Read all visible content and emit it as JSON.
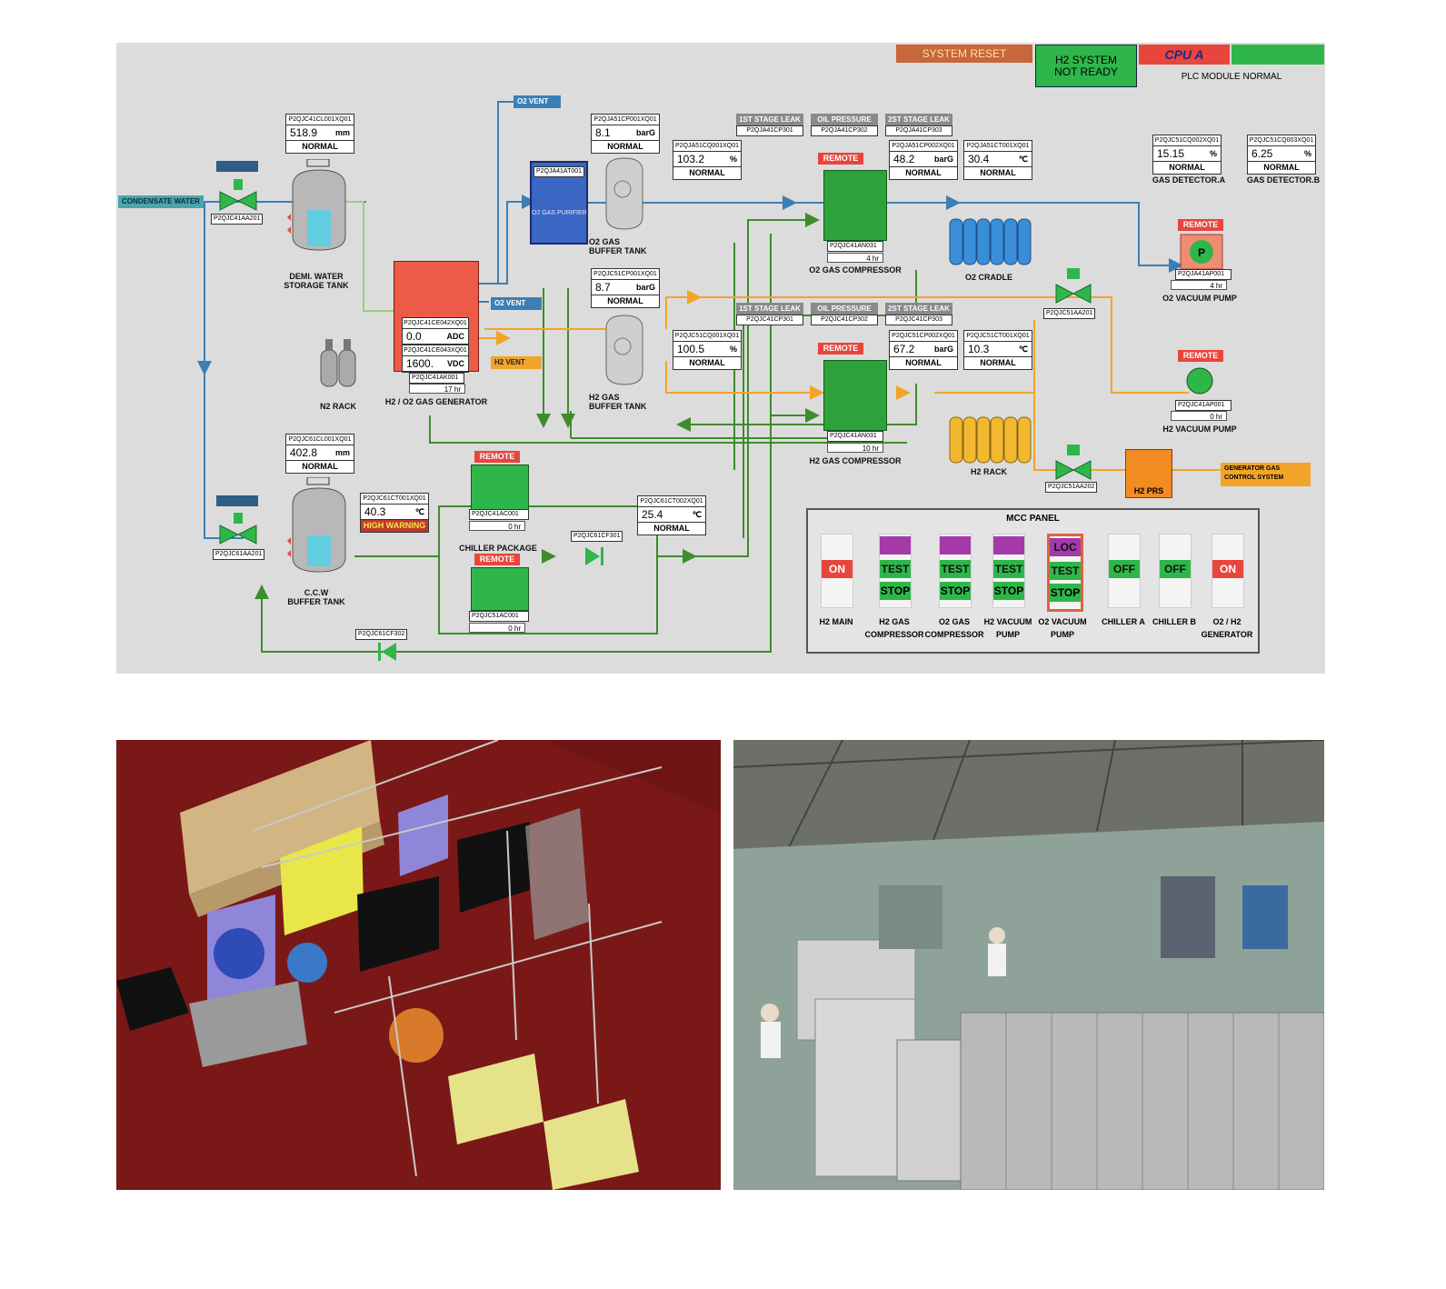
{
  "header": {
    "system_reset": "SYSTEM RESET",
    "h2_system": "H2 SYSTEM\nNOT READY",
    "cpu": "CPU A",
    "plc": "PLC MODULE NORMAL"
  },
  "vents": {
    "o2_vent_top": "O2 VENT",
    "o2_vent_mid": "O2 VENT",
    "h2_vent": "H2 VENT"
  },
  "condensate": "CONDENSATE WATER",
  "demi": {
    "tag": "P2QJC41CL001XQ01",
    "value": "518.9",
    "unit": "mm",
    "status": "NORMAL",
    "valve_tag": "P2QJC41AA201",
    "label": "DEMI. WATER\nSTORAGE TANK"
  },
  "ccw": {
    "tag": "P2QJC61CL001XQ01",
    "value": "402.8",
    "unit": "mm",
    "status": "NORMAL",
    "valve_tag": "P2QJC61AA201",
    "label": "C.C.W\nBUFFER TANK"
  },
  "purifier": {
    "tag": "P2QJA41AT001",
    "label": "O2 GAS PURIFIER"
  },
  "o2_buffer": {
    "tag": "P2QJA51CP001XQ01",
    "value": "8.1",
    "unit": "barG",
    "status": "NORMAL",
    "label": "O2 GAS\nBUFFER TANK"
  },
  "h2_buffer": {
    "tag": "P2QJC51CP001XQ01",
    "value": "8.7",
    "unit": "barG",
    "status": "NORMAL",
    "label": "H2 GAS\nBUFFER TANK"
  },
  "generator": {
    "tag1": "P2QJC41CE042XQ01",
    "val1": "0.0",
    "unit1": "ADC",
    "tag2": "P2QJC41CE043XQ01",
    "val2": "1600.",
    "unit2": "VDC",
    "tag3": "P2QJC41AK001",
    "hours": "17",
    "hr": "hr",
    "label": "H2 / O2 GAS GENERATOR"
  },
  "n2rack": "N2 RACK",
  "o2_comp": {
    "leak1": "1ST STAGE LEAK",
    "leak1_tag": "P2QJA41CP301",
    "oil": "OIL PRESSURE",
    "oil_tag": "P2QJA41CP302",
    "leak2": "2ST STAGE LEAK",
    "leak2_tag": "P2QJA41CP303",
    "temp_tag": "P2QJA51CQ001XQ01",
    "temp_val": "103.2",
    "temp_unit": "%",
    "temp_status": "NORMAL",
    "p_tag": "P2QJA51CP002XQ01",
    "p_val": "48.2",
    "p_unit": "barG",
    "p_status": "NORMAL",
    "t_tag": "P2QJA51CT001XQ01",
    "t_val": "30.4",
    "t_unit": "℃",
    "t_status": "NORMAL",
    "remote": "REMOTE",
    "hr_tag": "P2QJC41AN031",
    "hours": "4",
    "hr": "hr",
    "label": "O2 GAS COMPRESSOR"
  },
  "h2_comp": {
    "leak1": "1ST STAGE LEAK",
    "leak1_tag": "P2QJC41CP301",
    "oil": "OIL PRESSURE",
    "oil_tag": "P2QJC41CP302",
    "leak2": "2ST STAGE LEAK",
    "leak2_tag": "P2QJC41CP303",
    "temp_tag": "P2QJC51CQ001XQ01",
    "temp_val": "100.5",
    "temp_unit": "%",
    "temp_status": "NORMAL",
    "p_tag": "P2QJC51CP002XQ01",
    "p_val": "67.2",
    "p_unit": "barG",
    "p_status": "NORMAL",
    "t_tag": "P2QJC51CT001XQ01",
    "t_val": "10.3",
    "t_unit": "℃",
    "t_status": "NORMAL",
    "remote": "REMOTE",
    "hr_tag": "P2QJC41AN031",
    "hours": "10",
    "hr": "hr",
    "label": "H2 GAS COMPRESSOR"
  },
  "o2_cradle": "O2 CRADLE",
  "h2_rack": "H2 RACK",
  "gas_det_a": {
    "tag": "P2QJC51CQ002XQ01",
    "value": "15.15",
    "unit": "%",
    "status": "NORMAL",
    "label": "GAS DETECTOR.A"
  },
  "gas_det_b": {
    "tag": "P2QJC51CQ003XQ01",
    "value": "6.25",
    "unit": "%",
    "status": "NORMAL",
    "label": "GAS DETECTOR.B"
  },
  "o2_vac": {
    "remote": "REMOTE",
    "tag": "P2QJA41AP001",
    "hours": "4",
    "hr": "hr",
    "label": "O2 VACUUM PUMP"
  },
  "h2_vac": {
    "remote": "REMOTE",
    "tag": "P2QJC41AP001",
    "hours": "0",
    "hr": "hr",
    "label": "H2 VACUUM PUMP"
  },
  "valves": {
    "c51aa201": "P2QJC51AA201",
    "c51aa202": "P2QJC51AA202",
    "c61cf301": "P2QJC61CF301",
    "c61cf302": "P2QJC61CF302"
  },
  "h2prs": "H2 PRS",
  "gen_gas": "GENERATOR GAS\nCONTROL SYSTEM",
  "ccw_temp": {
    "tag": "P2QJC61CT001XQ01",
    "value": "40.3",
    "unit": "℃",
    "status": "HIGH WARNING"
  },
  "chiller_out": {
    "tag": "P2QJC61CT002XQ01",
    "value": "25.4",
    "unit": "℃",
    "status": "NORMAL"
  },
  "chiller": {
    "remote1": "REMOTE",
    "tag1": "P2QJC41AC001",
    "hours1": "0",
    "remote2": "REMOTE",
    "tag2": "P2QJC51AC001",
    "hours2": "0",
    "hr": "hr",
    "label": "CHILLER PACKAGE"
  },
  "mcc": {
    "title": "MCC PANEL",
    "cols": [
      {
        "top": "",
        "b1": "ON",
        "b2": "",
        "label": "H2 MAIN"
      },
      {
        "top": "",
        "b1": "TEST",
        "b2": "STOP",
        "label": "H2 GAS\nCOMPRESSOR"
      },
      {
        "top": "",
        "b1": "TEST",
        "b2": "STOP",
        "label": "O2 GAS\nCOMPRESSOR"
      },
      {
        "top": "",
        "b1": "TEST",
        "b2": "STOP",
        "label": "H2 VACUUM\nPUMP"
      },
      {
        "top": "LOC",
        "b1": "TEST",
        "b2": "STOP",
        "label": "O2 VACUUM\nPUMP"
      },
      {
        "top": "",
        "b1": "OFF",
        "b2": "",
        "label": "CHILLER A"
      },
      {
        "top": "",
        "b1": "OFF",
        "b2": "",
        "label": "CHILLER B"
      },
      {
        "top": "",
        "b1": "ON",
        "b2": "",
        "label": "O2 / H2\nGENERATOR"
      }
    ]
  },
  "colors": {
    "pipe_blue": "#3c7fb4",
    "pipe_green": "#3e8c2c",
    "pipe_orange": "#f2a428",
    "alarm_red": "#e8453c",
    "ok_green": "#2fb64a",
    "purple": "#a33aa8"
  }
}
